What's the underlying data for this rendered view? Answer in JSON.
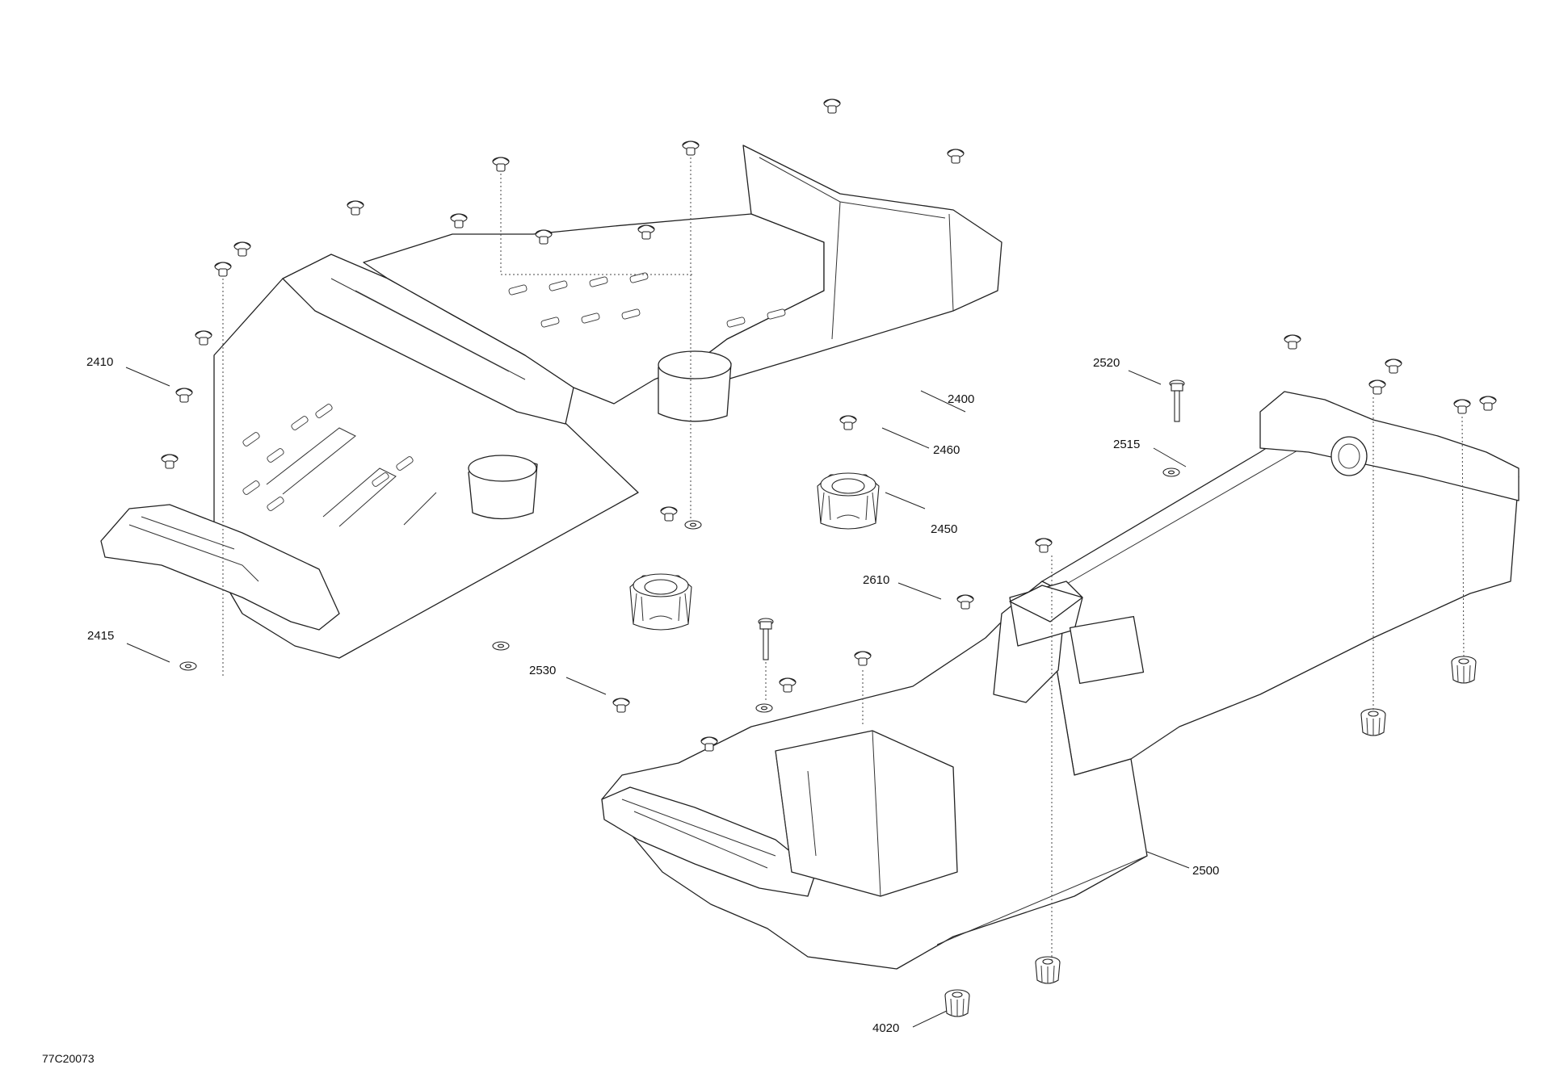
{
  "diagram": {
    "reference": "77C20073",
    "callouts": {
      "c2400": "2400",
      "c2410": "2410",
      "c2415": "2415",
      "c2450": "2450",
      "c2460": "2460",
      "c2500": "2500",
      "c2515": "2515",
      "c2520": "2520",
      "c2530": "2530",
      "c2610": "2610",
      "c4020": "4020"
    }
  }
}
